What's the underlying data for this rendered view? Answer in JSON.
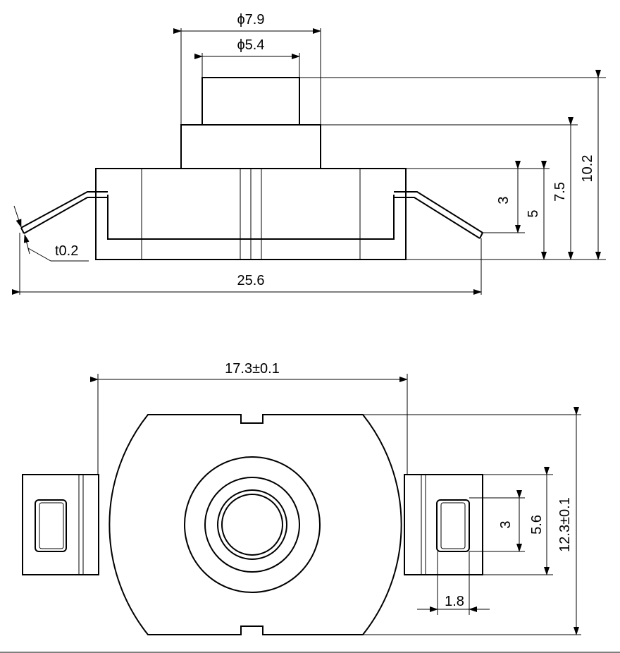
{
  "colors": {
    "line": "#000000",
    "background": "#ffffff"
  },
  "side_view": {
    "dim_outer_diameter": "ϕ7.9",
    "dim_inner_diameter": "ϕ5.4",
    "dim_total_height": "10.2",
    "dim_body_height": "7.5",
    "dim_base_height": "5",
    "dim_tab_height": "3",
    "dim_thickness": "t0.2",
    "dim_total_width": "25.6"
  },
  "top_view": {
    "dim_body_width": "17.3±0.1",
    "dim_body_height": "12.3±0.1",
    "dim_tab_width": "5.6",
    "dim_slot_height": "3",
    "dim_slot_width": "1.8"
  }
}
